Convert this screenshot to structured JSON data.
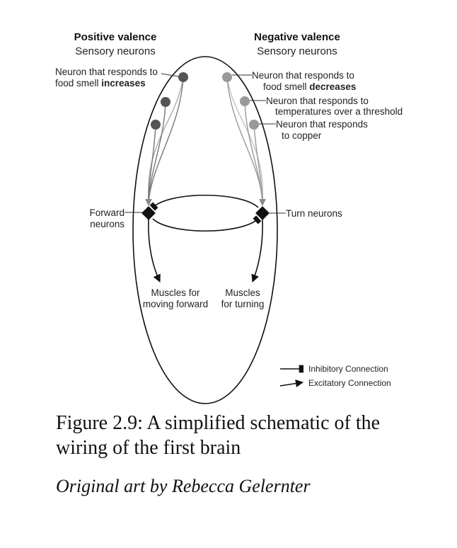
{
  "diagram": {
    "positive": {
      "title": "Positive valence",
      "subtitle": "Sensory neurons",
      "neuron_label_line1": "Neuron that responds to",
      "neuron_label_line2_prefix": "food smell ",
      "neuron_label_line2_bold": "increases"
    },
    "negative": {
      "title": "Negative valence",
      "subtitle": "Sensory neurons",
      "neurons": [
        {
          "line1": "Neuron that responds to",
          "line2_prefix": "food smell ",
          "line2_bold": "decreases"
        },
        {
          "line1": "Neuron that responds to",
          "line2": "temperatures over a threshold"
        },
        {
          "line1": "Neuron that responds",
          "line2": "to copper"
        }
      ]
    },
    "forward": {
      "line1": "Forward",
      "line2": "neurons"
    },
    "turn": {
      "label": "Turn neurons"
    },
    "muscles_forward": {
      "line1": "Muscles for",
      "line2": "moving forward"
    },
    "muscles_turn": {
      "line1": "Muscles",
      "line2": "for turning"
    },
    "legend": {
      "inhibitory": "Inhibitory Connection",
      "excitatory": "Excitatory Connection"
    },
    "colors": {
      "positive_neuron": "#555555",
      "negative_neuron": "#999999",
      "line": "#111111"
    }
  },
  "caption": "Figure 2.9: A simplified schematic of the wiring of the first brain",
  "credit": "Original art by Rebecca Gelernter"
}
